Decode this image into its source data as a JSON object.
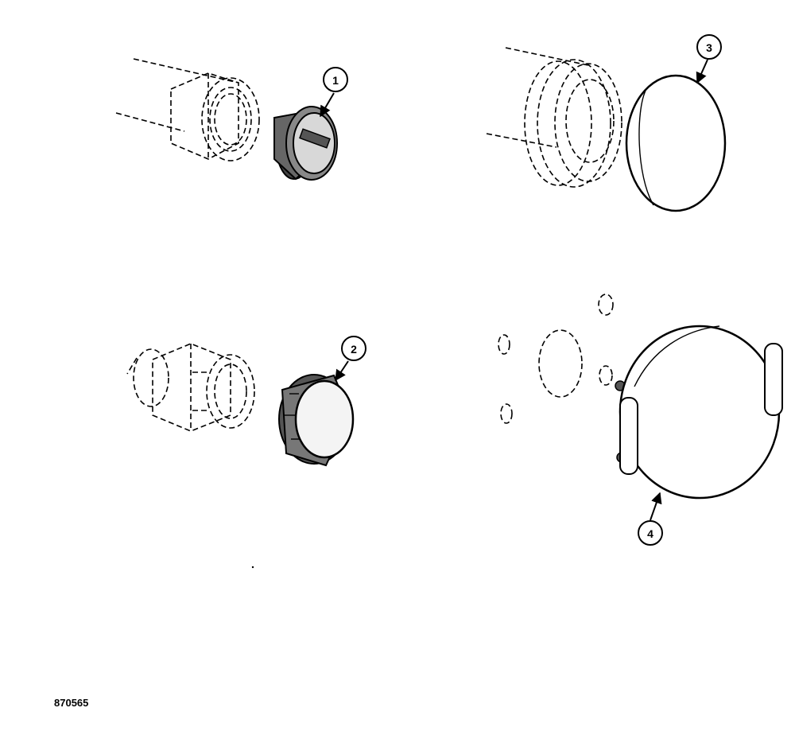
{
  "figure_number": "870565",
  "callouts": [
    {
      "id": "callout-1",
      "label": "1"
    },
    {
      "id": "callout-2",
      "label": "2"
    },
    {
      "id": "callout-3",
      "label": "3"
    },
    {
      "id": "callout-4",
      "label": "4"
    }
  ]
}
